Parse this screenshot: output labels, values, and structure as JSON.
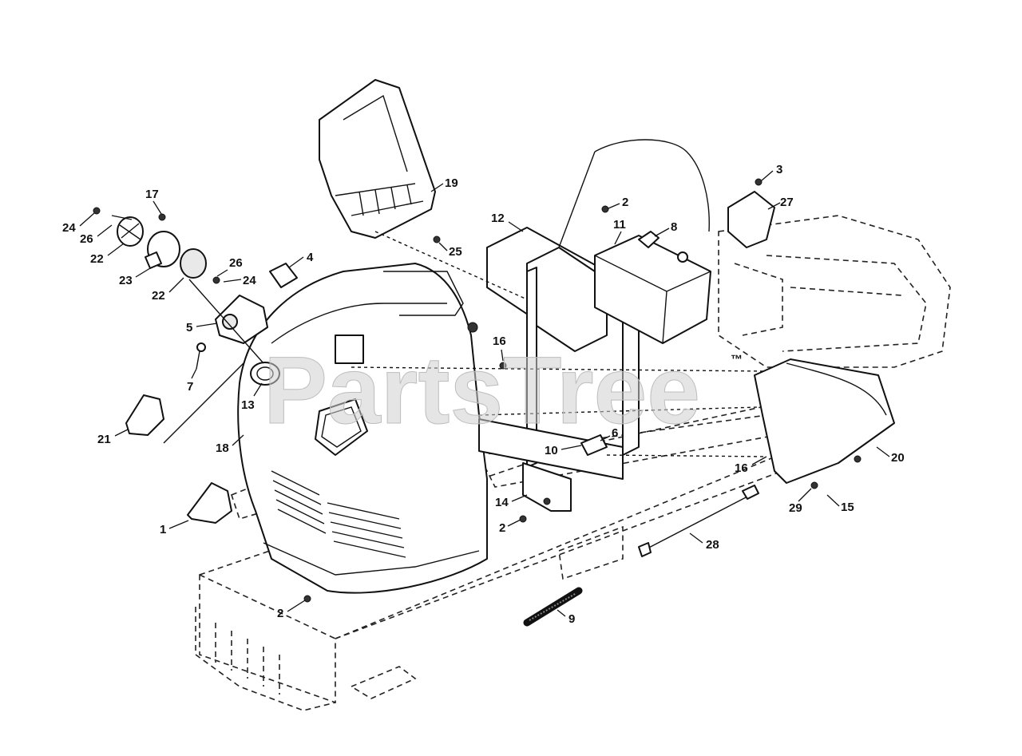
{
  "watermark": {
    "text": "PartsTree",
    "trademark": "™"
  },
  "callouts": [
    {
      "id": "c24a",
      "label": "24"
    },
    {
      "id": "c26a",
      "label": "26"
    },
    {
      "id": "c22a",
      "label": "22"
    },
    {
      "id": "c23",
      "label": "23"
    },
    {
      "id": "c17",
      "label": "17"
    },
    {
      "id": "c26b",
      "label": "26"
    },
    {
      "id": "c24b",
      "label": "24"
    },
    {
      "id": "c22b",
      "label": "22"
    },
    {
      "id": "c5",
      "label": "5"
    },
    {
      "id": "c7",
      "label": "7"
    },
    {
      "id": "c4",
      "label": "4"
    },
    {
      "id": "c13",
      "label": "13"
    },
    {
      "id": "c21",
      "label": "21"
    },
    {
      "id": "c18",
      "label": "18"
    },
    {
      "id": "c1",
      "label": "1"
    },
    {
      "id": "c19",
      "label": "19"
    },
    {
      "id": "c25",
      "label": "25"
    },
    {
      "id": "c12",
      "label": "12"
    },
    {
      "id": "c16a",
      "label": "16"
    },
    {
      "id": "c2a",
      "label": "2"
    },
    {
      "id": "c11",
      "label": "11"
    },
    {
      "id": "c8",
      "label": "8"
    },
    {
      "id": "c3",
      "label": "3"
    },
    {
      "id": "c27",
      "label": "27"
    },
    {
      "id": "c6",
      "label": "6"
    },
    {
      "id": "c10",
      "label": "10"
    },
    {
      "id": "c14",
      "label": "14"
    },
    {
      "id": "c2b",
      "label": "2"
    },
    {
      "id": "c2c",
      "label": "2"
    },
    {
      "id": "c9",
      "label": "9"
    },
    {
      "id": "c28",
      "label": "28"
    },
    {
      "id": "c16b",
      "label": "16"
    },
    {
      "id": "c20",
      "label": "20"
    },
    {
      "id": "c29",
      "label": "29"
    },
    {
      "id": "c15",
      "label": "15"
    }
  ]
}
